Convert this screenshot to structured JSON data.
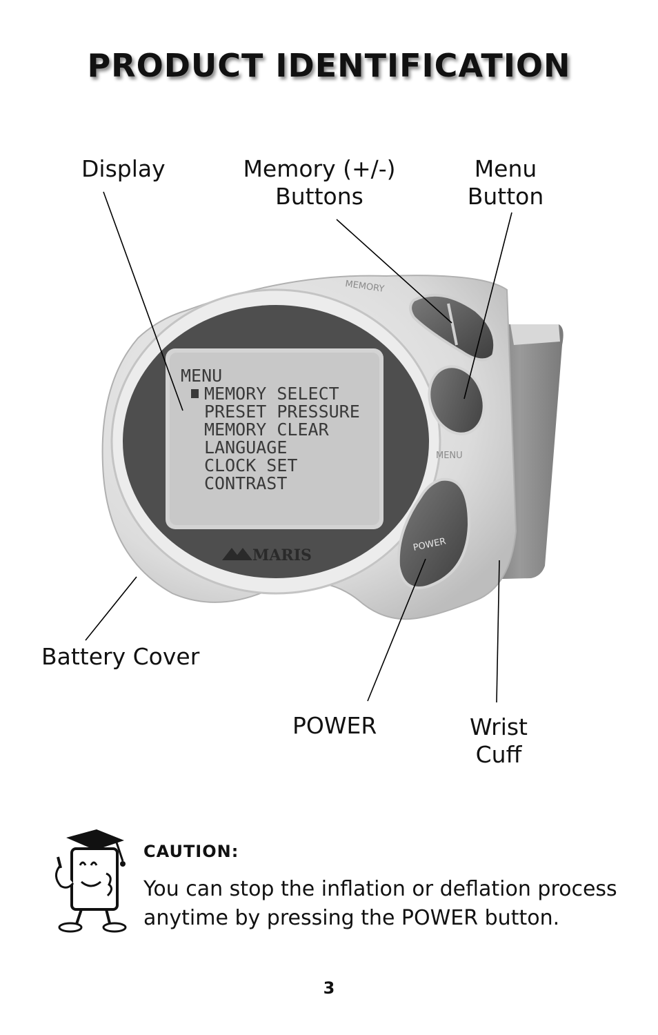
{
  "title": "PRODUCT IDENTIFICATION",
  "labels": {
    "display": "Display",
    "memory_line1": "Memory (+/-)",
    "memory_line2": "Buttons",
    "menu_line1": "Menu",
    "menu_line2": "Button",
    "battery_cover": "Battery Cover",
    "power": "POWER",
    "wrist_line1": "Wrist",
    "wrist_line2": "Cuff"
  },
  "device": {
    "screen_lines": [
      "MENU",
      "MEMORY SELECT",
      "PRESET PRESSURE",
      "MEMORY CLEAR",
      "LANGUAGE",
      "CLOCK SET",
      "CONTRAST"
    ],
    "brand": "MARIS",
    "memory_marking": "MEMORY",
    "menu_marking": "MENU",
    "power_marking": "POWER"
  },
  "caution": {
    "heading": "CAUTION:",
    "text": "You can stop the inflation or deflation process anytime by pressing the POWER button."
  },
  "page_number": "3",
  "colors": {
    "device_body": "#e3e3e3",
    "screen_bezel": "#5a5a5a",
    "lcd": "#cfcfcf",
    "cuff": "#8c8c8c"
  }
}
